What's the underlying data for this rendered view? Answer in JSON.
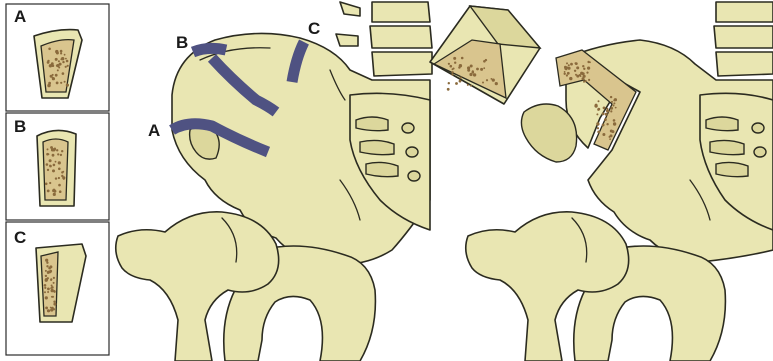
{
  "inset_labels": [
    "A",
    "B",
    "C"
  ],
  "cut_labels": [
    "A",
    "B",
    "C"
  ],
  "colors": {
    "bone": "#e9e6b2",
    "cut_line": "#4f5282",
    "marrow": "#d9c58e",
    "outline": "#2b2b20"
  }
}
